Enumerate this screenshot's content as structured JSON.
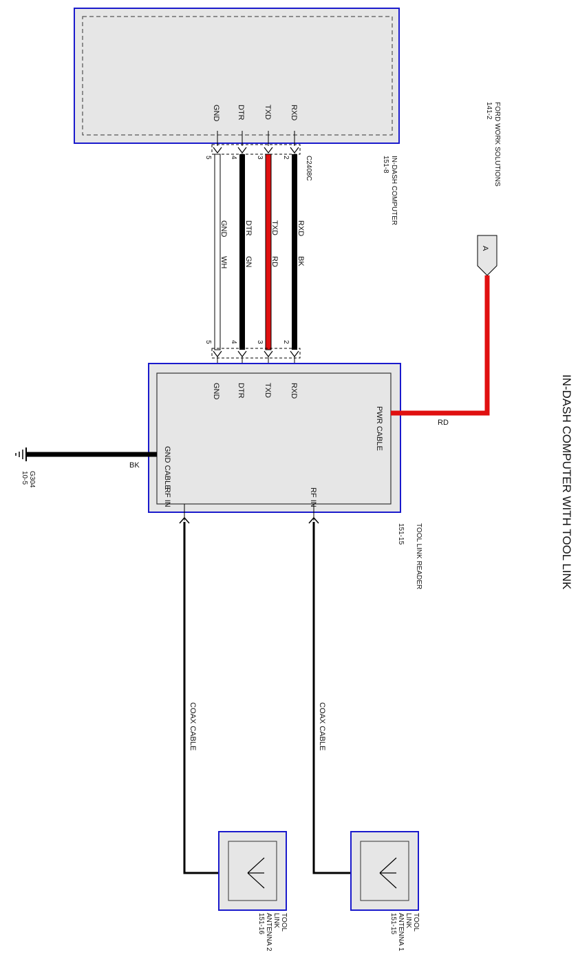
{
  "title": "IN-DASH COMPUTER WITH TOOL LINK",
  "in_dash_computer": {
    "name": "IN-DASH COMPUTER",
    "ref": "151-8",
    "pins": [
      "GND",
      "DTR",
      "TXD",
      "RXD"
    ]
  },
  "connector": "C2408C",
  "pin_numbers": [
    "5",
    "4",
    "3",
    "2"
  ],
  "wires": [
    {
      "signal": "GND",
      "color": "WH",
      "hex": "#ffffff"
    },
    {
      "signal": "DTR",
      "color": "GN",
      "hex": "#000000"
    },
    {
      "signal": "TXD",
      "color": "RD",
      "hex": "#e01010"
    },
    {
      "signal": "RXD",
      "color": "BK",
      "hex": "#000000"
    }
  ],
  "ford_work_solutions": {
    "name": "FORD WORK SOLUTIONS",
    "ref": "141-2",
    "connector_letter": "A"
  },
  "tool_link_reader": {
    "name": "TOOL LINK READER",
    "ref": "151-15",
    "pins": [
      "GND",
      "DTR",
      "TXD",
      "RXD"
    ],
    "pwr_cable": "PWR CABLE",
    "gnd_cable": "GND CABLE",
    "rf_in": "RF IN"
  },
  "power_wire_color": "RD",
  "ground_wire_color": "BK",
  "ground": {
    "name": "G304",
    "ref": "10-5"
  },
  "coax_label": "COAX CABLE",
  "antenna1": {
    "line1": "TOOL",
    "line2": "LINK",
    "line3": "ANTENNA 1",
    "ref": "151-15"
  },
  "antenna2": {
    "line1": "TOOL",
    "line2": "LINK",
    "line3": "ANTENNA 2",
    "ref": "151-16"
  },
  "colors": {
    "module_border": "#1a1acc",
    "module_fill": "#e6e6e6",
    "power_red": "#e01010"
  }
}
